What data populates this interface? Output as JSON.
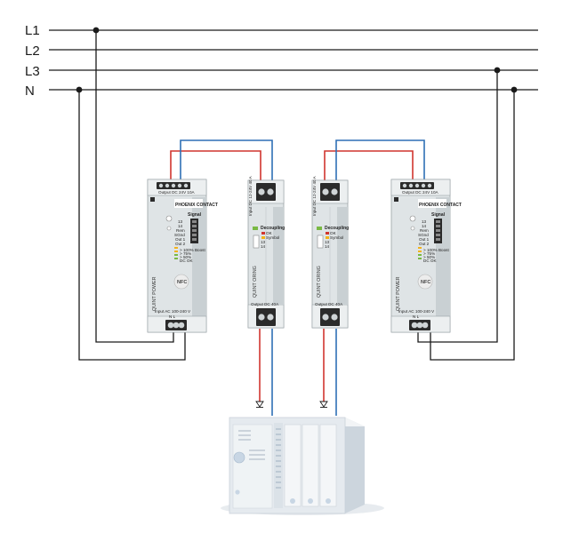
{
  "rails": [
    {
      "id": "L1",
      "label": "L1"
    },
    {
      "id": "L2",
      "label": "L2"
    },
    {
      "id": "L3",
      "label": "L3"
    },
    {
      "id": "N",
      "label": "N"
    }
  ],
  "power_supply": {
    "output_label": "Output DC 24V 10A",
    "input_label": "Input AC 100-240 V",
    "input_terminals": "N  L",
    "brand": "PHOENIX CONTACT",
    "side_label": "QUINT POWER",
    "nfc": "NFC",
    "signal_title": "Signal",
    "signal_pins": [
      "13",
      "14",
      "Rem",
      "SGnd",
      "Out 1",
      "Out 2"
    ],
    "led_legend": [
      "> 100% Boost",
      "> 75%",
      "> 50%",
      "DC OK"
    ]
  },
  "oring_module": {
    "input_label": "Input DC 12-24V 40 A",
    "output_label": "Output DC 40A",
    "side_label": "QUINT ORING",
    "decoupling_title": "Decoupling",
    "status_items": [
      "OK",
      "Symbol",
      "13",
      "14"
    ]
  },
  "colors": {
    "wire_black": "#1a1a1a",
    "wire_red": "#d0352f",
    "wire_blue": "#2e6fb5",
    "housing": "#dfe4e6",
    "terminal": "#2b2b2b"
  }
}
